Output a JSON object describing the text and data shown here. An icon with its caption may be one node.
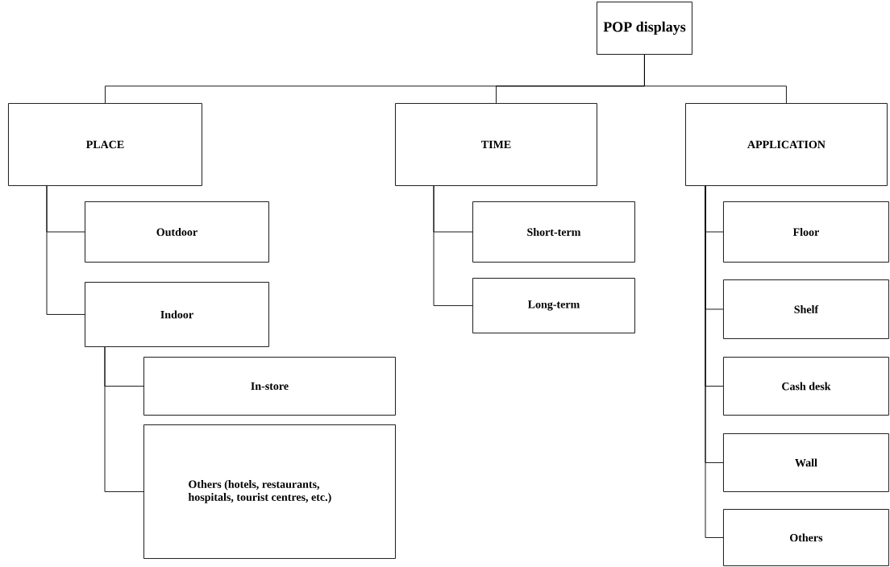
{
  "diagram": {
    "nodes": [
      {
        "text": [
          "POP displays"
        ]
      },
      {
        "text": [
          "PLACE"
        ]
      },
      {
        "text": [
          "TIME"
        ]
      },
      {
        "text": [
          "APPLICATION"
        ]
      },
      {
        "text": [
          "Outdoor"
        ]
      },
      {
        "text": [
          "Indoor"
        ]
      },
      {
        "text": [
          "In-store"
        ]
      },
      {
        "text": [
          "Others (hotels, restaurants, hospitals, tourist centres, etc.)"
        ]
      },
      {
        "text": [
          "Short-term"
        ]
      },
      {
        "text": [
          "Long-term"
        ]
      },
      {
        "text": [
          "Floor"
        ]
      },
      {
        "text": [
          "Shelf"
        ]
      },
      {
        "text": [
          "Cash desk"
        ]
      },
      {
        "text": [
          "Wall"
        ]
      },
      {
        "text": [
          "Others"
        ]
      }
    ],
    "edges": [
      {
        "from": 0,
        "to": 1,
        "arrow": "none"
      },
      {
        "from": 0,
        "to": 2,
        "arrow": "none"
      },
      {
        "from": 0,
        "to": 3,
        "arrow": "none"
      },
      {
        "from": 1,
        "to": 4,
        "arrow": "none"
      },
      {
        "from": 1,
        "to": 5,
        "arrow": "none"
      },
      {
        "from": 5,
        "to": 6,
        "arrow": "none"
      },
      {
        "from": 5,
        "to": 7,
        "arrow": "none"
      },
      {
        "from": 2,
        "to": 8,
        "arrow": "none"
      },
      {
        "from": 2,
        "to": 9,
        "arrow": "none"
      },
      {
        "from": 3,
        "to": 10,
        "arrow": "none"
      },
      {
        "from": 3,
        "to": 11,
        "arrow": "none"
      },
      {
        "from": 3,
        "to": 12,
        "arrow": "none"
      },
      {
        "from": 3,
        "to": 13,
        "arrow": "none"
      },
      {
        "from": 3,
        "to": 14,
        "arrow": "none"
      }
    ]
  }
}
